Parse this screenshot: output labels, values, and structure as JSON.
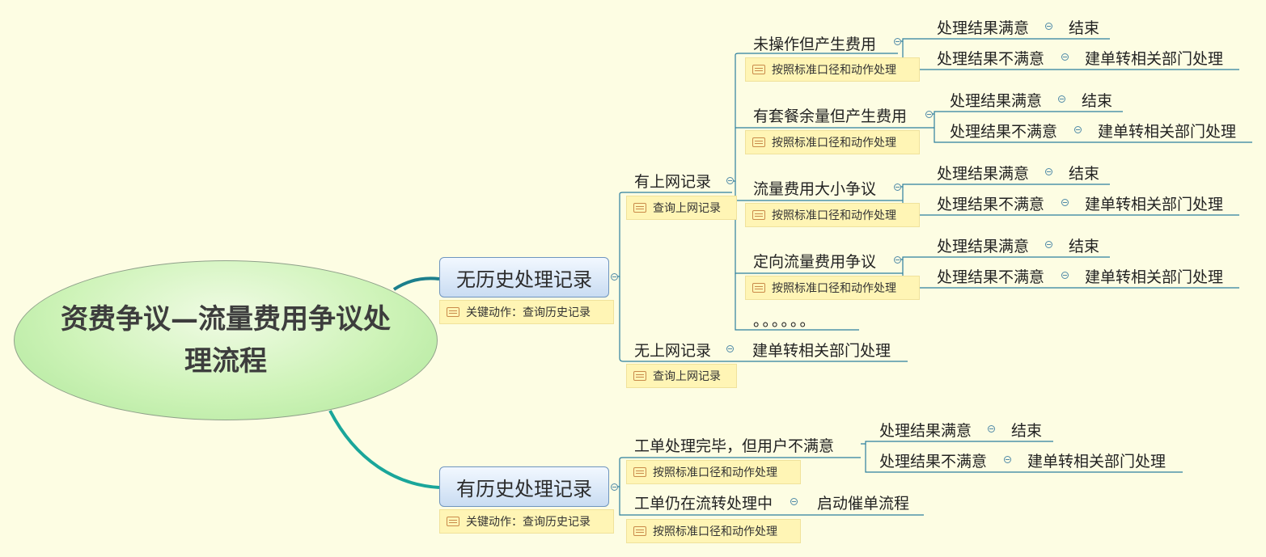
{
  "root": {
    "title": "资费争议—流量费用争议处理流程"
  },
  "branches": [
    {
      "label": "无历史处理记录",
      "note": "关键动作：查询历史记录",
      "children": [
        {
          "label": "有上网记录",
          "note": "查询上网记录",
          "children": [
            {
              "label": "未操作但产生费用",
              "note": "按照标准口径和动作处理",
              "outcomes": [
                {
                  "cond": "处理结果满意",
                  "result": "结束"
                },
                {
                  "cond": "处理结果不满意",
                  "result": "建单转相关部门处理"
                }
              ]
            },
            {
              "label": "有套餐余量但产生费用",
              "note": "按照标准口径和动作处理",
              "outcomes": [
                {
                  "cond": "处理结果满意",
                  "result": "结束"
                },
                {
                  "cond": "处理结果不满意",
                  "result": "建单转相关部门处理"
                }
              ]
            },
            {
              "label": "流量费用大小争议",
              "note": "按照标准口径和动作处理",
              "outcomes": [
                {
                  "cond": "处理结果满意",
                  "result": "结束"
                },
                {
                  "cond": "处理结果不满意",
                  "result": "建单转相关部门处理"
                }
              ]
            },
            {
              "label": "定向流量费用争议",
              "note": "按照标准口径和动作处理",
              "outcomes": [
                {
                  "cond": "处理结果满意",
                  "result": "结束"
                },
                {
                  "cond": "处理结果不满意",
                  "result": "建单转相关部门处理"
                }
              ]
            },
            {
              "label": "。。。。。。"
            }
          ]
        },
        {
          "label": "无上网记录",
          "note": "查询上网记录",
          "result": "建单转相关部门处理"
        }
      ]
    },
    {
      "label": "有历史处理记录",
      "note": "关键动作：查询历史记录",
      "children": [
        {
          "label": "工单处理完毕，但用户不满意",
          "note": "按照标准口径和动作处理",
          "outcomes": [
            {
              "cond": "处理结果满意",
              "result": "结束"
            },
            {
              "cond": "处理结果不满意",
              "result": "建单转相关部门处理"
            }
          ]
        },
        {
          "label": "工单仍在流转处理中",
          "note": "按照标准口径和动作处理",
          "result": "启动催单流程"
        }
      ]
    }
  ],
  "colors": {
    "background": "#fdfde3",
    "line": "#2d7f9e",
    "root_fill": "#cdf3b7",
    "branch_fill": "#c9dcf2",
    "note_fill": "#fff5b5"
  }
}
